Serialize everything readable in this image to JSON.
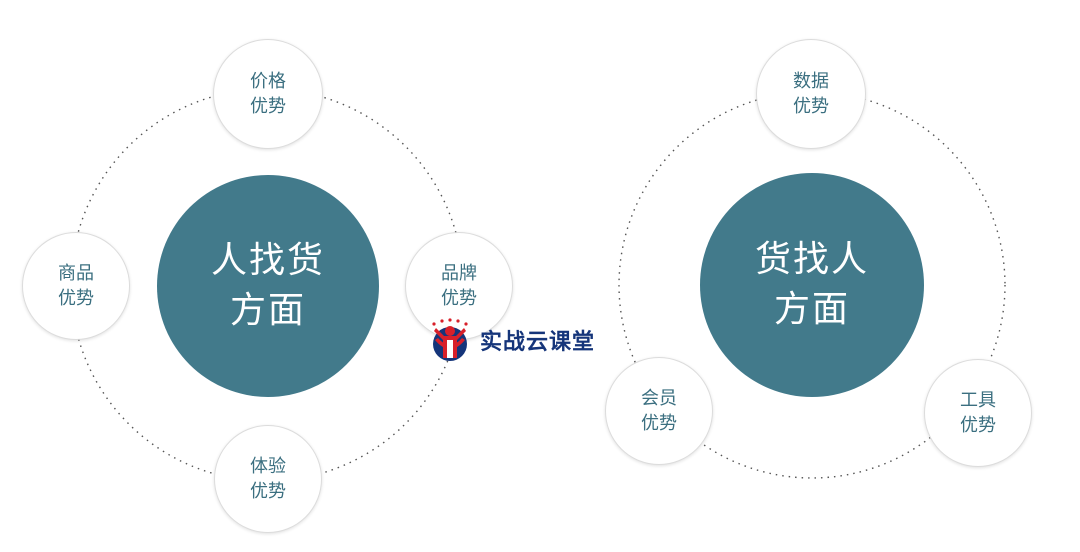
{
  "left_group": {
    "hub": "人找货\n方面",
    "satellites": {
      "top": "价格\n优势",
      "left": "商品\n优势",
      "right": "品牌\n优势",
      "bottom": "体验\n优势"
    }
  },
  "right_group": {
    "hub": "货找人\n方面",
    "satellites": {
      "top": "数据\n优势",
      "bottom_left": "会员\n优势",
      "bottom_right": "工具\n优势"
    }
  },
  "watermark": {
    "text": "实战云课堂",
    "icon": "person-emblem-icon"
  },
  "colors": {
    "hub": "#427a8b",
    "satellite_text": "#3b6f80",
    "logo_text": "#15357a",
    "logo_red": "#d8202a"
  }
}
